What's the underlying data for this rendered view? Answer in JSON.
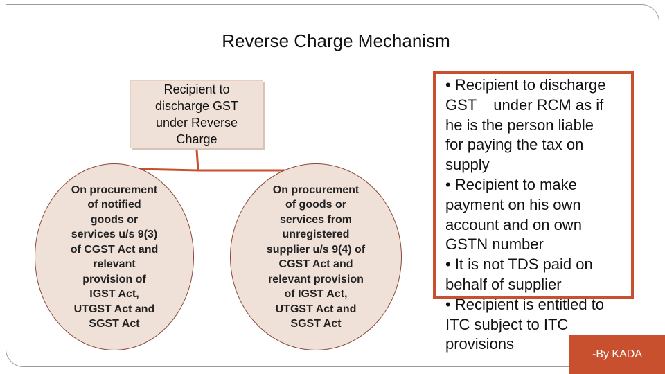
{
  "title": "Reverse Charge Mechanism",
  "root": {
    "lines": [
      "Recipient to",
      "discharge GST",
      "under Reverse",
      "Charge"
    ]
  },
  "left_leaf": {
    "lines": [
      "On procurement",
      "of notified",
      "goods or",
      "services u/s 9(3)",
      "of CGST Act and",
      "relevant",
      "provision of",
      "IGST Act,",
      "UTGST Act and",
      "SGST Act"
    ]
  },
  "right_leaf": {
    "lines": [
      "On procurement",
      "of goods or",
      "services from",
      "unregistered",
      "supplier u/s 9(4) of",
      "CGST Act and",
      "relevant provision",
      "of IGST Act,",
      "UTGST Act and",
      "SGST Act"
    ]
  },
  "notes": {
    "lines": [
      "• Recipient to discharge",
      "GST    under RCM as if",
      "he is the person liable",
      "for paying the tax on",
      "supply",
      "• Recipient to make",
      "payment on his own",
      "account and on own",
      "GSTN number",
      "• It is not TDS paid on",
      "behalf of supplier",
      "• Recipient is entitled to",
      "ITC subject to ITC",
      "provisions"
    ]
  },
  "credit": "-By KADA",
  "colors": {
    "node_fill": "#efe0d8",
    "connector": "#c8502e",
    "accent": "#c8502e"
  }
}
